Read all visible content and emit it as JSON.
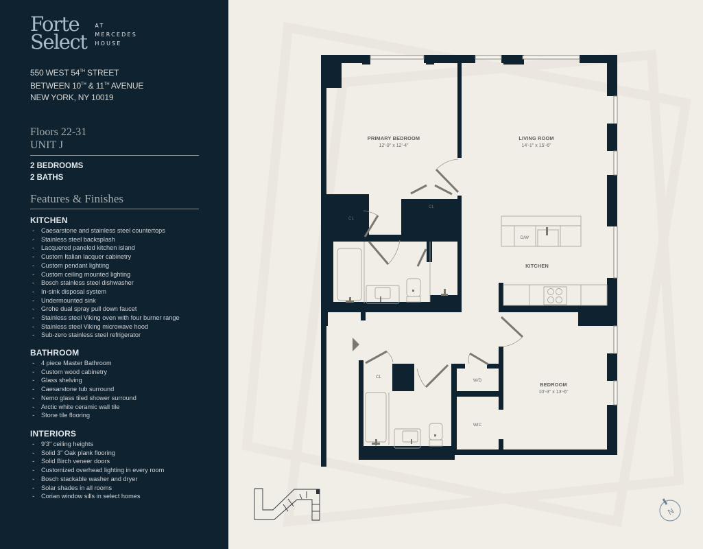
{
  "brand": {
    "name_line1": "Forte",
    "name_line2": "Select",
    "sub_line1": "AT",
    "sub_line2": "MERCEDES",
    "sub_line3": "HOUSE"
  },
  "address": {
    "line1_pre": "550 WEST 54",
    "line1_sup": "TH",
    "line1_post": " STREET",
    "line2_pre": "BETWEEN 10",
    "line2_sup1": "TH",
    "line2_mid": " & 11",
    "line2_sup2": "TH",
    "line2_post": " AVENUE",
    "line3": "NEW YORK, NY 10019"
  },
  "unit": {
    "floors": "Floors 22-31",
    "name": "UNIT J",
    "bedrooms": "2 BEDROOMS",
    "baths": "2 BATHS"
  },
  "features": {
    "title": "Features & Finishes",
    "sections": [
      {
        "heading": "KITCHEN",
        "items": [
          "Caesarstone and stainless steel countertops",
          "Stainless steel backsplash",
          "Lacquered paneled kitchen island",
          "Custom Italian lacquer cabinetry",
          "Custom pendant lighting",
          "Custom ceiling mounted lighting",
          "Bosch stainless steel dishwasher",
          "In-sink disposal system",
          "Undermounted sink",
          "Grohe dual spray pull down faucet",
          "Stainless steel Viking oven with four burner range",
          "Stainless steel Viking microwave hood",
          "Sub-zero stainless steel refrigerator"
        ]
      },
      {
        "heading": "BATHROOM",
        "items": [
          "4 piece Master Bathroom",
          "Custom wood cabinetry",
          "Glass shelving",
          "Caesarstone tub surround",
          "Nemo glass tiled shower surround",
          "Arctic white ceramic wall tile",
          "Stone tile flooring"
        ]
      },
      {
        "heading": "INTERIORS",
        "items": [
          "9'3\" ceiling heights",
          "Solid 3\" Oak plank flooring",
          "Solid Birch veneer doors",
          "Customized overhead lighting in every room",
          "Bosch stackable washer and dryer",
          "Solar shades in all rooms",
          "Corian window sills in select homes"
        ]
      }
    ]
  },
  "floorplan": {
    "rooms": {
      "primary_bedroom": {
        "label": "PRIMARY BEDROOM",
        "dims": "12'-9\" x 12'-4\""
      },
      "living_room": {
        "label": "LIVING ROOM",
        "dims": "14'-1\" x 15'-6\""
      },
      "kitchen": {
        "label": "KITCHEN"
      },
      "bedroom": {
        "label": "BEDROOM",
        "dims": "10'-3\" x 13'-6\""
      }
    },
    "small_labels": {
      "closet_1": "CL",
      "closet_2": "CL",
      "closet_3": "CL",
      "dishwasher": "D/W",
      "washer_dryer": "W/D",
      "walk_in_closet": "WIC"
    },
    "compass": "N"
  },
  "colors": {
    "sidebar_bg": "#0e2230",
    "wall": "#0e2230",
    "page_bg": "#f1eee8",
    "logo": "#a9bccb",
    "door_swing": "#7a786f"
  }
}
